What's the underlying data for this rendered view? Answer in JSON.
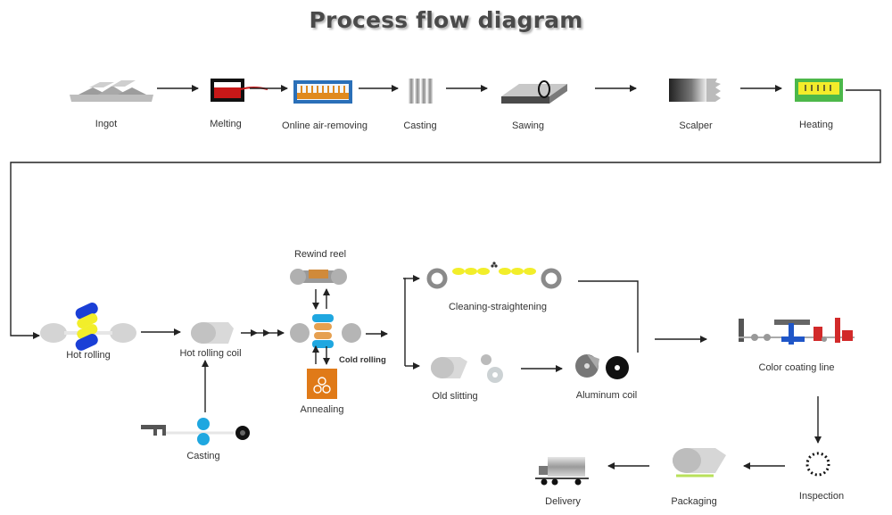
{
  "title": "Process flow diagram",
  "steps": {
    "ingot": "Ingot",
    "melting": "Melting",
    "online_air_removing": "Online  air-removing",
    "casting_top": "Casting",
    "sawing": "Sawing",
    "scalper": "Scalper",
    "heating": "Heating",
    "hot_rolling": "Hot rolling",
    "hot_rolling_coil": "Hot rolling coil",
    "rewind_reel": "Rewind reel",
    "cold_rolling": "Cold rolling",
    "annealing": "Annealing",
    "casting_bottom": "Casting",
    "cleaning_straightening": "Cleaning-straightening",
    "old_slitting": "Old slitting",
    "aluminum_coil": "Aluminum coil",
    "color_coating_line": "Color coating line",
    "inspection": "Inspection",
    "packaging": "Packaging",
    "delivery": "Delivery"
  },
  "colors": {
    "hot_roll_blue": "#1a3fd6",
    "hot_roll_yellow": "#f2ee2a",
    "cyan_roll": "#1fa7e0",
    "annealing_orange": "#e07a18",
    "heating_green": "#4cb84a",
    "melting_red": "#c81818",
    "coating_red": "#d22a2a",
    "coating_blue": "#1f56c8"
  }
}
